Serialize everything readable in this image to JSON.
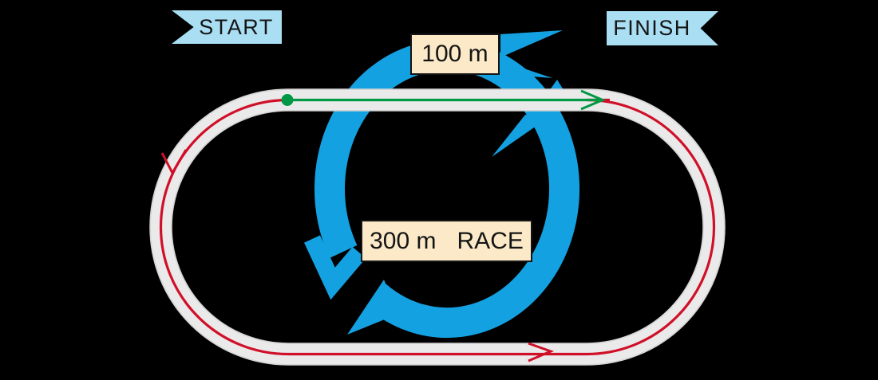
{
  "background": "#000000",
  "banners": {
    "start_label": "START",
    "finish_label": "FINISH",
    "fill": "#a9def3"
  },
  "boxes": {
    "straight_distance": "100 m",
    "race_distance": "300 m",
    "race_word": "RACE",
    "fill": "#fbe9c8",
    "border": "#151515"
  },
  "track": {
    "fill": "#eaeaea",
    "edge": "#d6d6d6"
  },
  "route": {
    "color": "#d00f28"
  },
  "sprint": {
    "color": "#009845"
  },
  "loop": {
    "color": "#14a1e1"
  },
  "icons": {
    "loop_arrow": "counterclockwise-loop-arrow",
    "start_marker": "start-dot",
    "sprint_arrowhead": "right-arrow",
    "route_arrowhead_left": "down-arrow",
    "route_arrowhead_bottom": "right-arrow"
  }
}
